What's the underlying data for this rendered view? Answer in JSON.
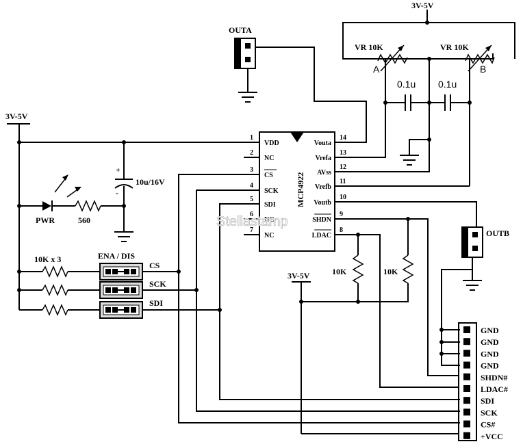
{
  "supplies": {
    "top": "3V-5V",
    "left": "3V-5V",
    "mid": "3V-5V"
  },
  "ic": {
    "part": "MCP4922",
    "left_pins": [
      {
        "num": "1",
        "name": "VDD"
      },
      {
        "num": "2",
        "name": "NC"
      },
      {
        "num": "3",
        "name": "CS"
      },
      {
        "num": "4",
        "name": "SCK"
      },
      {
        "num": "5",
        "name": "SDI"
      },
      {
        "num": "6",
        "name": "NC"
      },
      {
        "num": "7",
        "name": "NC"
      }
    ],
    "right_pins": [
      {
        "num": "14",
        "name": "Vouta"
      },
      {
        "num": "13",
        "name": "Vrefa"
      },
      {
        "num": "12",
        "name": "AVss"
      },
      {
        "num": "11",
        "name": "Vrefb"
      },
      {
        "num": "10",
        "name": "Voutb"
      },
      {
        "num": "9",
        "name": "SHDN"
      },
      {
        "num": "8",
        "name": "LDAC"
      }
    ]
  },
  "outa_label": "OUTA",
  "outb_label": "OUTB",
  "pots": [
    {
      "label": "VR 10K",
      "letter": "A"
    },
    {
      "label": "VR 10K",
      "letter": "B"
    }
  ],
  "caps": [
    "0.1u",
    "0.1u"
  ],
  "cap_elec": {
    "label": "10u/16V",
    "plus": "+",
    "minus": "-"
  },
  "led_label": "PWR",
  "led_resistor": "560",
  "pullups_label": "10K x 3",
  "jumper_header": "ENA / DIS",
  "jumper_labels": [
    "CS",
    "SCK",
    "SDI"
  ],
  "resistors_mid": [
    "10K",
    "10K"
  ],
  "connector_pins": [
    "GND",
    "GND",
    "GND",
    "GND",
    "SHDN#",
    "LDAC#",
    "SDI",
    "SCK",
    "CS#",
    "+VCC"
  ],
  "watermark": "Stellastamp"
}
